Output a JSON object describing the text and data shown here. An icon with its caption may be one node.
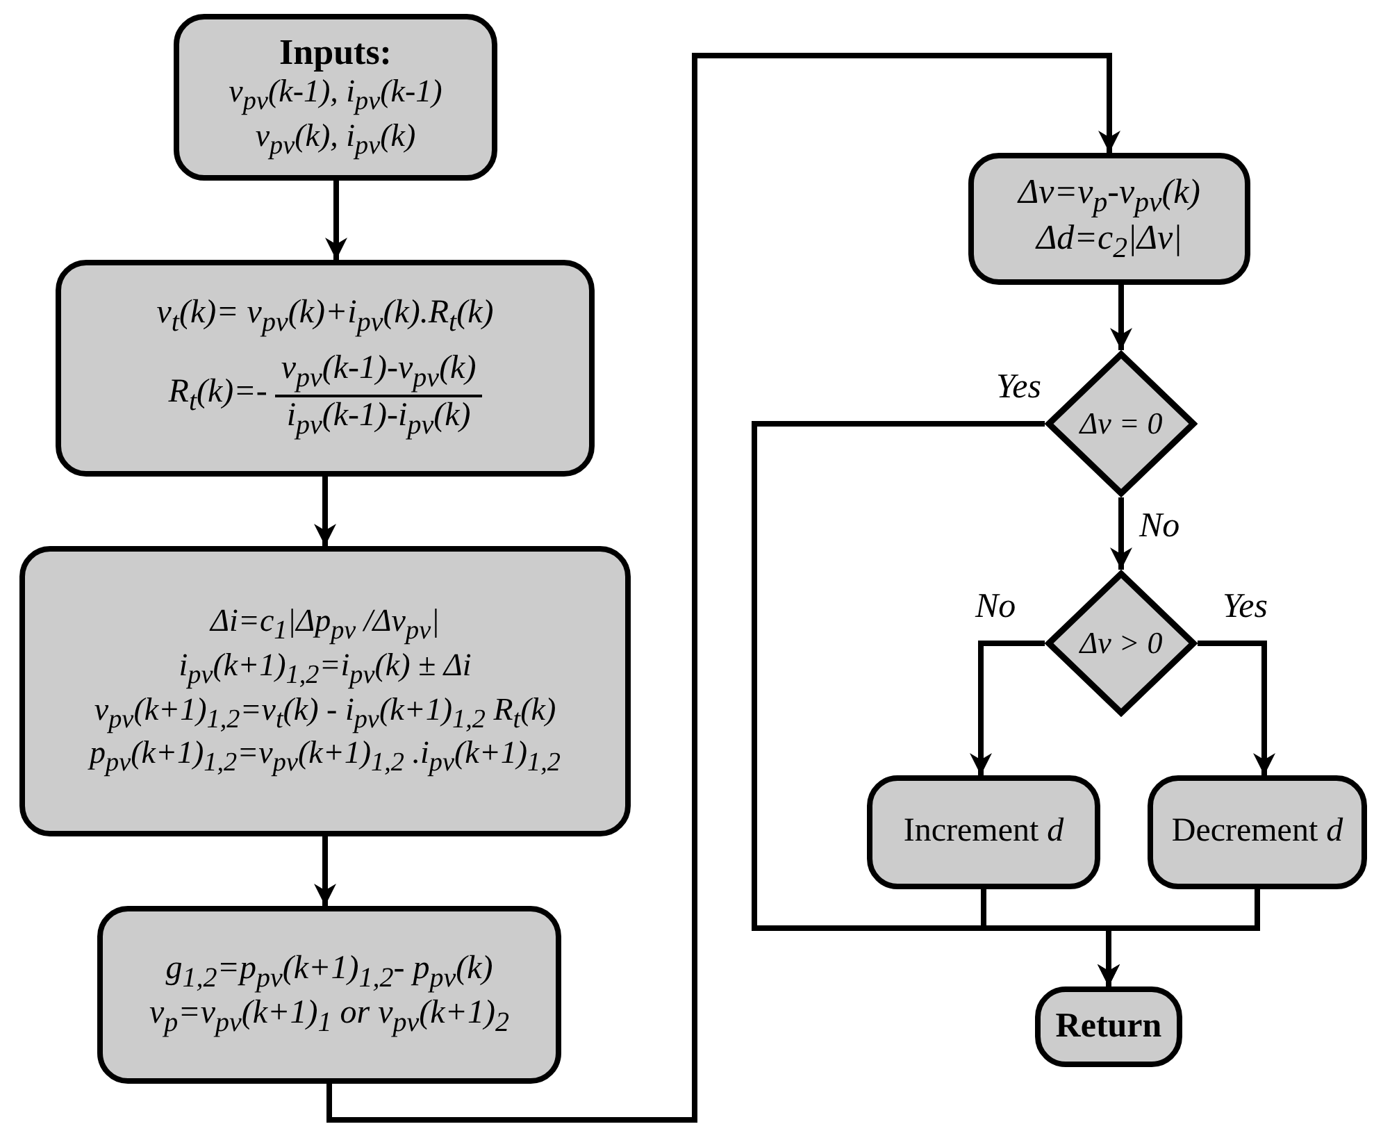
{
  "diagram": {
    "nodes": [
      {
        "text": [
          "Inputs:",
          "v$_{pv}$(k-1), i$_{pv}$(k-1)",
          "v$_{pv}$(k), i$_{pv}$(k)"
        ]
      },
      {
        "text": [
          "v$_{t}$(k)= v$_{pv}$(k)+i$_{pv}$(k).R$_{t}$(k)",
          "R$_{t}$(k)=-",
          "v$_{pv}$(k-1)-v$_{pv}$(k)",
          "i$_{pv}$(k-1)-i$_{pv}$(k)"
        ]
      },
      {
        "text": [
          "Δi=c$_{1}$|Δp$_{pv}$ /Δv$_{pv}$|",
          "i$_{pv}$(k+1)$_{1,2}$=i$_{pv}$(k) ± Δi",
          "v$_{pv}$(k+1)$_{1,2}$=v$_{t}$(k) - i$_{pv}$(k+1)$_{1,2}$ R$_{t}$(k)",
          "p$_{pv}$(k+1)$_{1,2}$=v$_{pv}$(k+1)$_{1,2}$ .i$_{pv}$(k+1)$_{1,2}$"
        ]
      },
      {
        "text": [
          "g$_{1,2}$=p$_{pv}$(k+1)$_{1,2}$- p$_{pv}$(k)",
          "v$_{p}$=v$_{pv}$(k+1)$_{1}$ or v$_{pv}$(k+1)$_{2}$"
        ]
      },
      {
        "text": [
          "Δv=v$_{p}$-v$_{pv}$(k)",
          "Δd=c$_{2}$|Δv|"
        ]
      },
      {
        "text": [
          "Δv = 0"
        ]
      },
      {
        "text": [
          "Δv > 0"
        ]
      },
      {
        "text": [
          "Increment *d*"
        ]
      },
      {
        "text": [
          "Decrement *d*"
        ]
      },
      {
        "text": [
          "Return"
        ]
      }
    ],
    "edges": [
      {
        "from": 0,
        "to": 1,
        "arrow": "to"
      },
      {
        "from": 1,
        "to": 2,
        "arrow": "to"
      },
      {
        "from": 2,
        "to": 3,
        "arrow": "to"
      },
      {
        "from": 3,
        "to": 4,
        "arrow": "to"
      },
      {
        "from": 4,
        "to": 5,
        "arrow": "to"
      },
      {
        "from": 5,
        "to": 9,
        "arrow": "to",
        "label": "Yes"
      },
      {
        "from": 5,
        "to": 6,
        "arrow": "to",
        "label": "No"
      },
      {
        "from": 6,
        "to": 7,
        "arrow": "to",
        "label": "No"
      },
      {
        "from": 6,
        "to": 8,
        "arrow": "to",
        "label": "Yes"
      },
      {
        "from": 7,
        "to": 9,
        "arrow": "to"
      },
      {
        "from": 8,
        "to": 9,
        "arrow": "to"
      }
    ]
  }
}
